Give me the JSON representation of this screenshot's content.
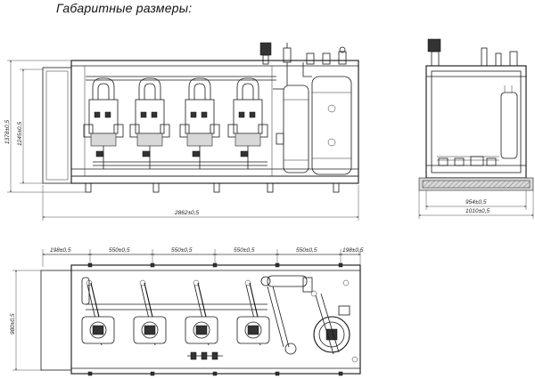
{
  "title": "Габаритные размеры:",
  "side_view": {
    "overall_width": "2862±0,5",
    "overall_height": "1378±0,5",
    "inner_height": "1245±0,5"
  },
  "end_view": {
    "inner_width": "954±0,5",
    "overall_width": "1010±0,5"
  },
  "top_view": {
    "depth": "980±0,5",
    "spacings": [
      "198±0,5",
      "550±0,5",
      "550±0,5",
      "550±0,5",
      "550±0,5",
      "198±0,5"
    ]
  }
}
